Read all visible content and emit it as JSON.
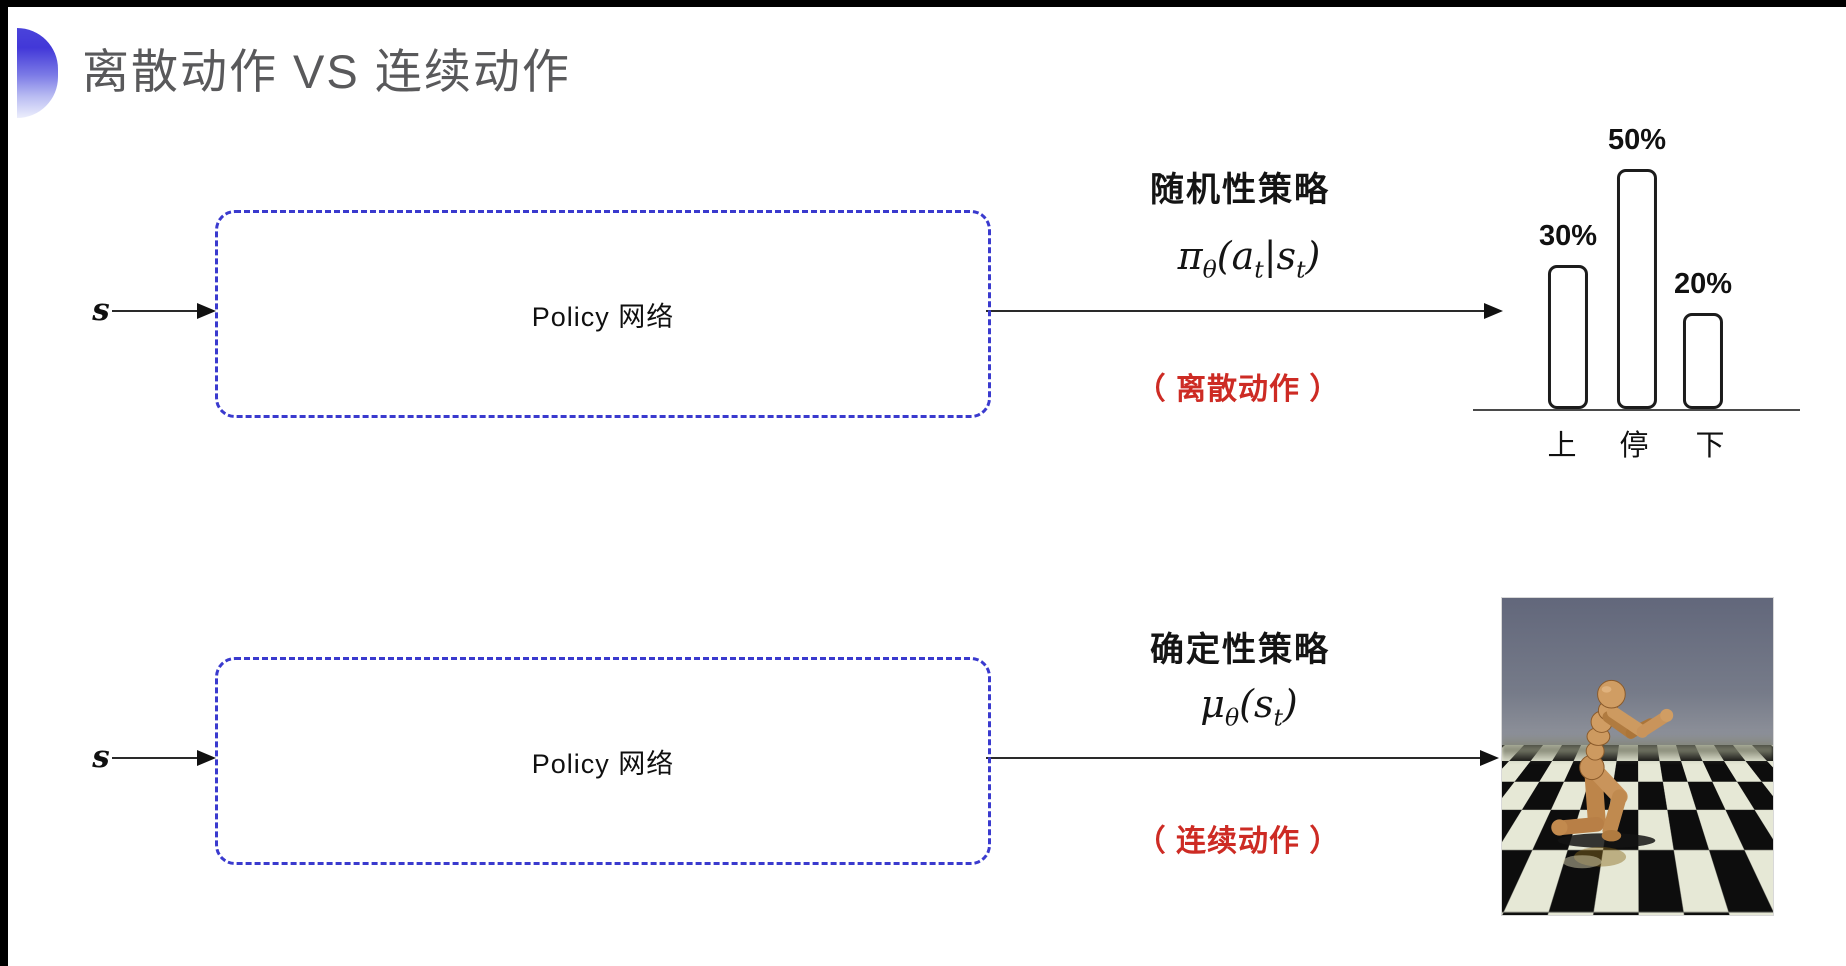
{
  "slide": {
    "title": "离散动作 VS 连续动作"
  },
  "row1": {
    "input_label": "s",
    "box_label": "Policy 网络",
    "policy_type": "随机性策略",
    "formula": {
      "base": "π",
      "sub1": "θ",
      "open": "(a",
      "sub2": "t",
      "mid": "|s",
      "sub3": "t",
      "close": ")"
    },
    "action_type": "（ 离散动作 ）"
  },
  "row2": {
    "input_label": "s",
    "box_label": "Policy 网络",
    "policy_type": "确定性策略",
    "formula": {
      "base": "μ",
      "sub1": "θ",
      "open": "(s",
      "sub2": "t",
      "close": ")"
    },
    "action_type": "（ 连续动作 ）"
  },
  "chart_data": {
    "type": "bar",
    "categories": [
      "上",
      "停",
      "下"
    ],
    "values": [
      30,
      50,
      20
    ],
    "labels": [
      "30%",
      "50%",
      "20%"
    ],
    "title": "",
    "xlabel": "",
    "ylabel": "",
    "ylim": [
      0,
      55
    ],
    "grid": false,
    "legend": "none",
    "bar_style": "white fill, black rounded outline"
  },
  "robot_panel": {
    "description": "MuJoCo humanoid robot kneeling on checkerboard floor",
    "sky_color": "#62677b",
    "tile_dark": "#0d0d0d",
    "tile_light": "#e6e8d6",
    "robot_color": "#c9945b"
  },
  "colors": {
    "title_gray": "#59595b",
    "box_border_blue": "#3a3ace",
    "accent_red": "#cd2b24",
    "bullet_blue": "#4238d8",
    "line_black": "#2a2a2a"
  }
}
